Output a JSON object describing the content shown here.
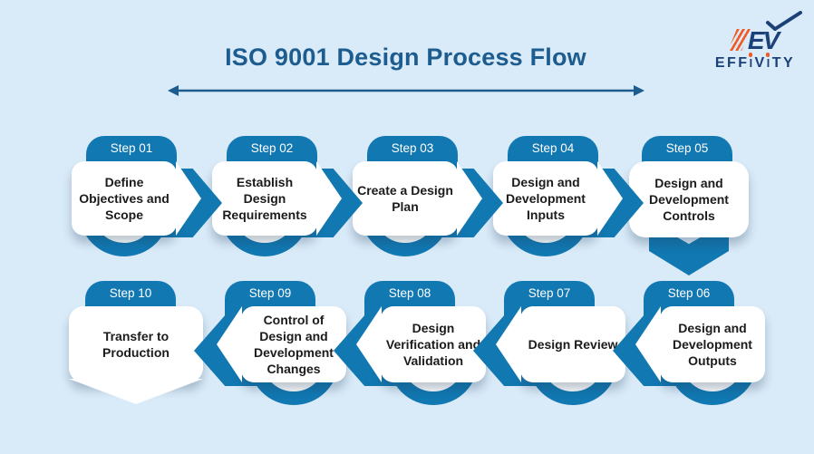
{
  "title": "ISO 9001 Design Process Flow",
  "logo": {
    "monogram": "EV",
    "brand_parts": [
      "EFF",
      "I",
      "V",
      "I",
      "TY"
    ]
  },
  "steps": [
    {
      "label": "Step 01",
      "text": "Define Objectives and Scope"
    },
    {
      "label": "Step 02",
      "text": "Establish Design Requirements"
    },
    {
      "label": "Step 03",
      "text": "Create a Design Plan"
    },
    {
      "label": "Step 04",
      "text": "Design and Development Inputs"
    },
    {
      "label": "Step 05",
      "text": "Design and Development Controls"
    },
    {
      "label": "Step 06",
      "text": "Design and Development Outputs"
    },
    {
      "label": "Step 07",
      "text": "Design Review"
    },
    {
      "label": "Step 08",
      "text": "Design Verification and Validation"
    },
    {
      "label": "Step 09",
      "text": "Control of Design and Development Changes"
    },
    {
      "label": "Step 10",
      "text": "Transfer to Production"
    }
  ],
  "colors": {
    "background": "#d9eaf8",
    "shape_blue": "#1278b2",
    "title_blue": "#1d5c8f",
    "logo_navy": "#1b4178",
    "logo_orange": "#f15a24",
    "card_white": "#ffffff",
    "text_dark": "#1b1b1b"
  }
}
